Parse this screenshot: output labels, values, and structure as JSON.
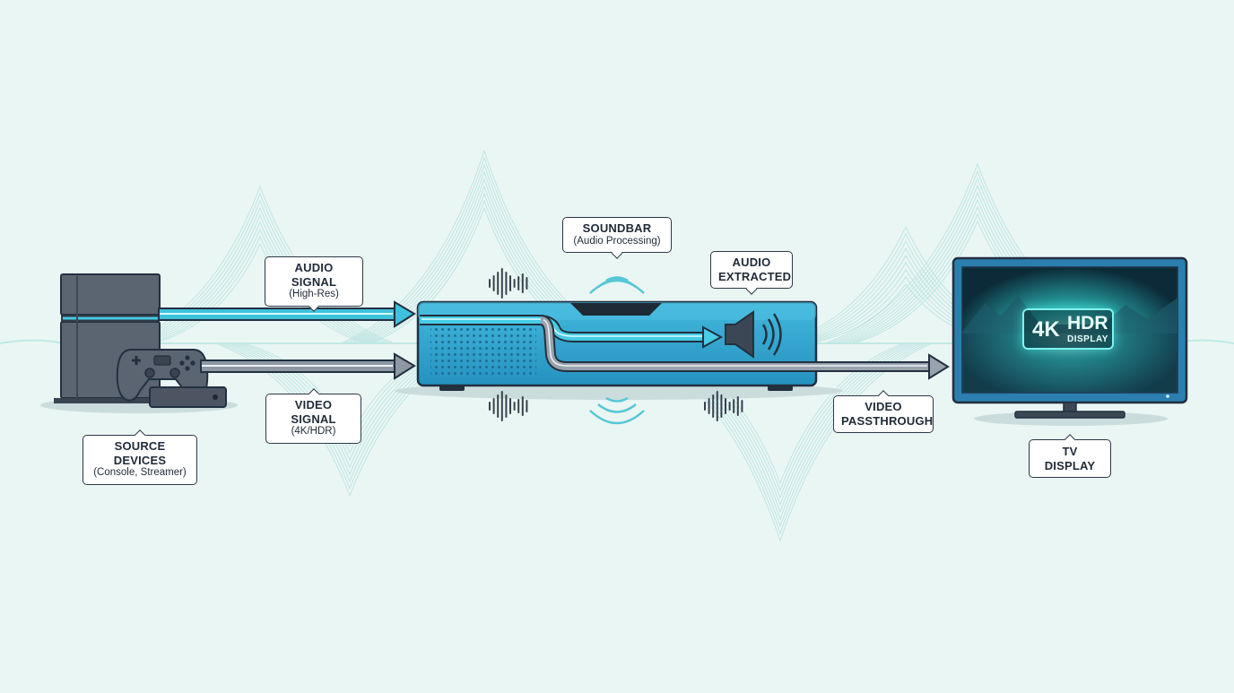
{
  "labels": {
    "audio_signal": {
      "title": "AUDIO SIGNAL",
      "sub": "(High-Res)"
    },
    "video_signal": {
      "title": "VIDEO SIGNAL",
      "sub": "(4K/HDR)"
    },
    "source_devices": {
      "title": "SOURCE DEVICES",
      "sub": "(Console, Streamer)"
    },
    "soundbar": {
      "title": "SOUNDBAR",
      "sub": "(Audio Processing)"
    },
    "audio_extracted": {
      "line1": "AUDIO",
      "line2": "EXTRACTED"
    },
    "video_passthrough": {
      "line1": "VIDEO",
      "line2": "PASSTHROUGH"
    },
    "tv_display": {
      "title": "TV DISPLAY"
    },
    "tv_badge": {
      "k": "4K",
      "hdr": "HDR",
      "display": "DISPLAY"
    }
  },
  "colors": {
    "background": "#eaf6f4",
    "audio_path": "#3ec2dc",
    "video_path": "#8e98a4",
    "soundbar_body": "#2f9fc9",
    "outline": "#22303f",
    "device_gray": "#58616e",
    "tv_frame": "#2a7fb0",
    "wave_lines": "#9fd9d6"
  },
  "icons": [
    "console-icon",
    "gamepad-icon",
    "streamer-icon",
    "speaker-icon",
    "sound-wave-icon",
    "tv-icon"
  ]
}
